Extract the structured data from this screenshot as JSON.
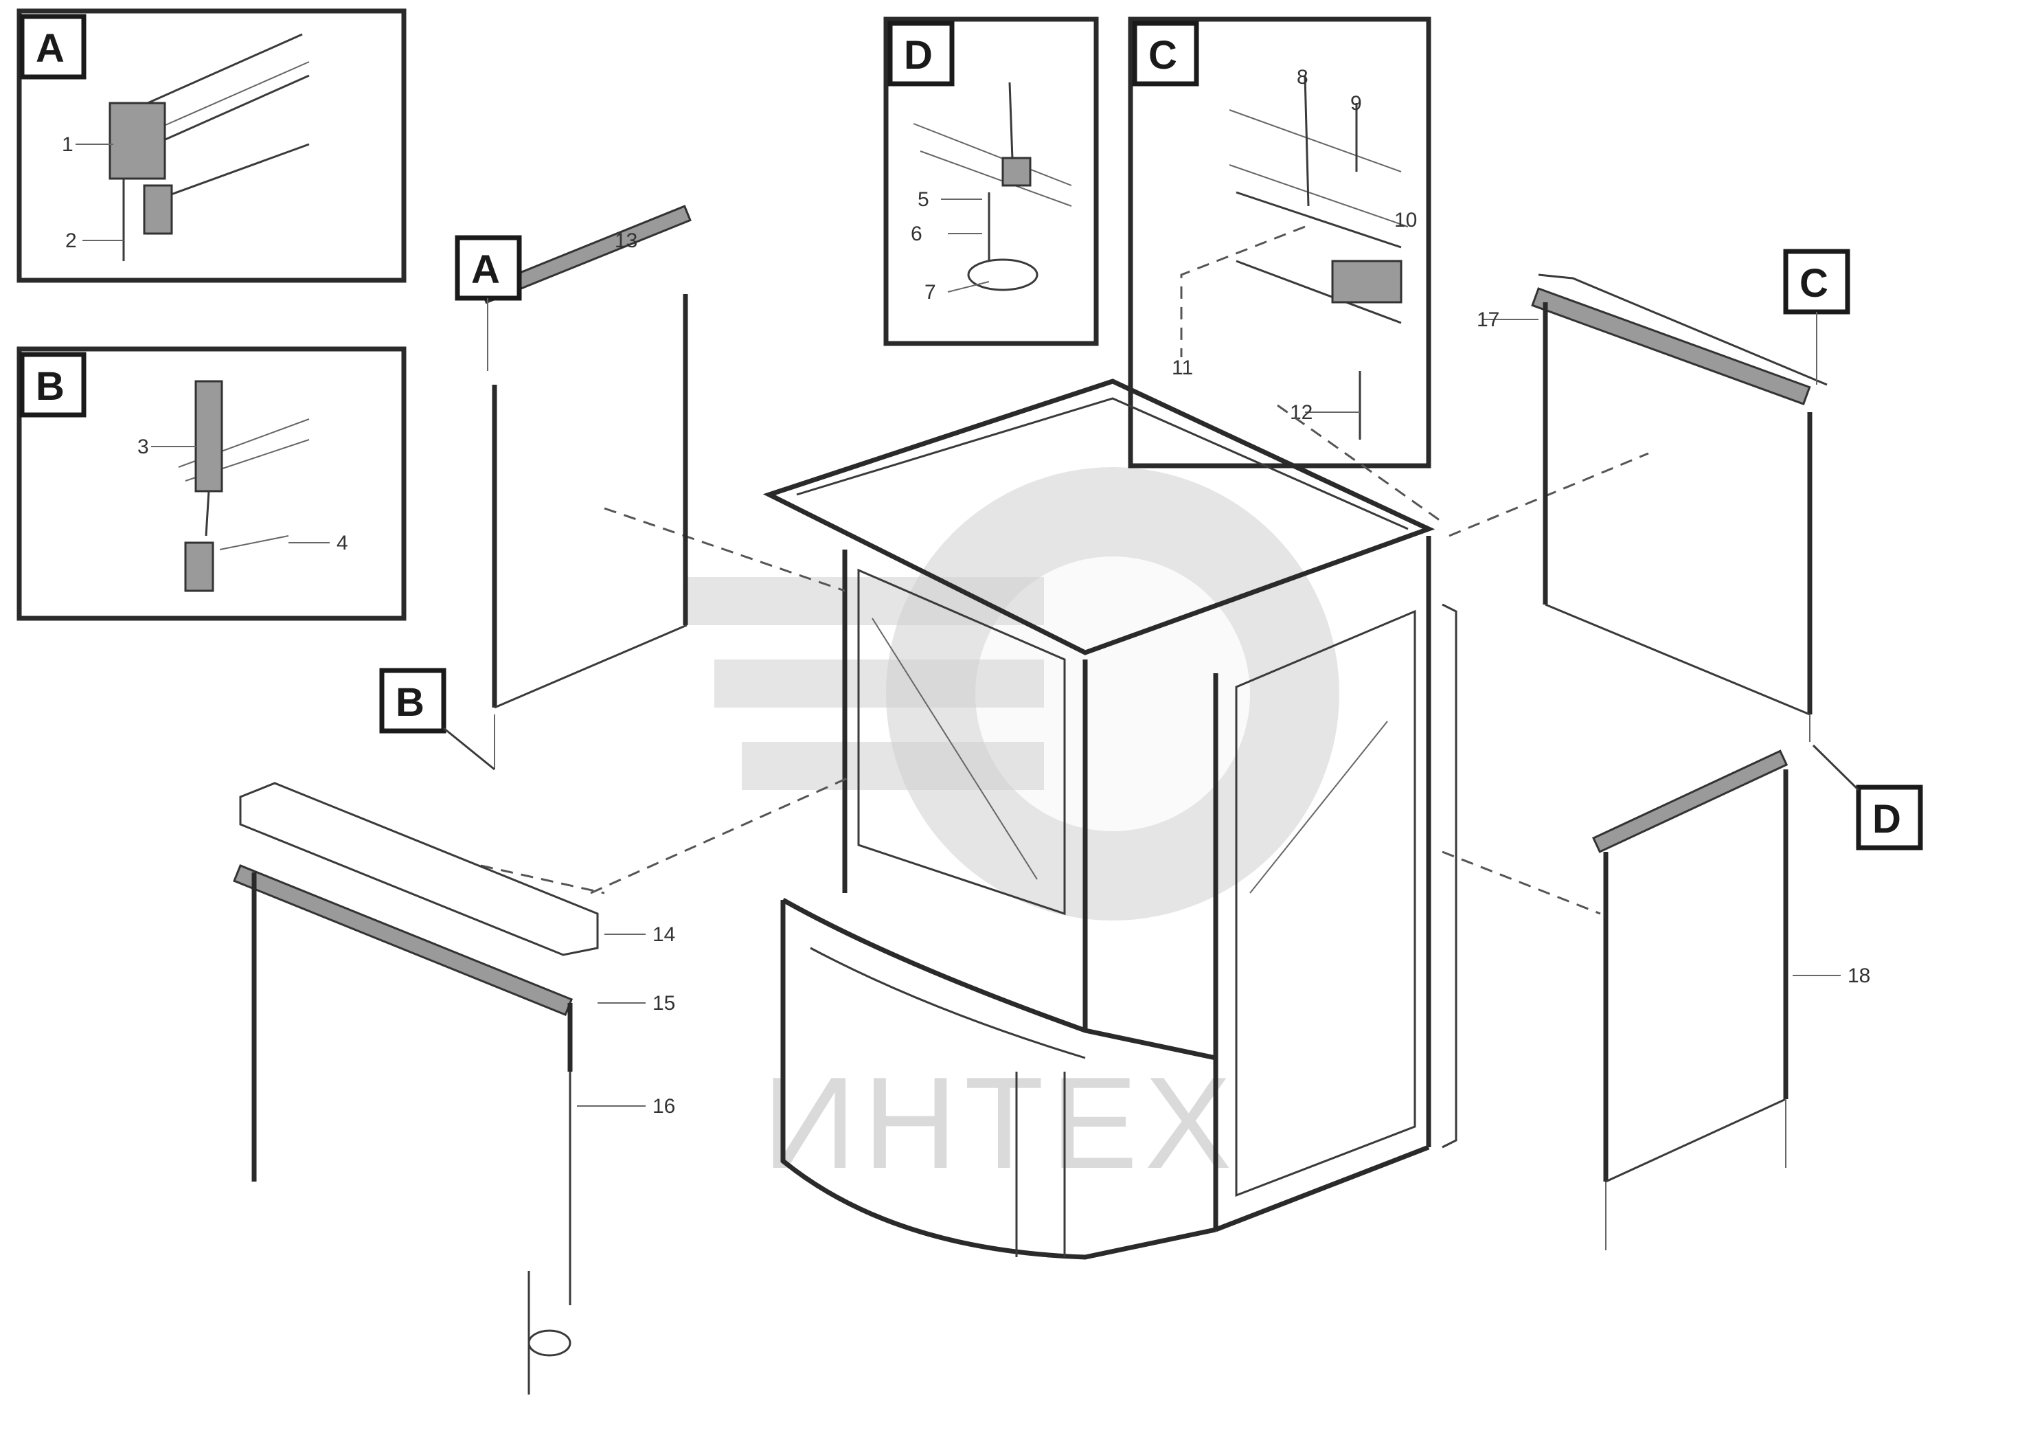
{
  "figure": {
    "inset_labels": [
      "A",
      "B",
      "D",
      "C"
    ],
    "callout_labels": [
      "A",
      "B",
      "C",
      "D"
    ],
    "part_numbers": [
      "1",
      "2",
      "3",
      "4",
      "5",
      "6",
      "7",
      "8",
      "9",
      "10",
      "11",
      "12",
      "13",
      "14",
      "15",
      "16",
      "17",
      "18"
    ],
    "watermark_text": "ИНТЕХ",
    "footer_lines": [
      "",
      "",
      ""
    ]
  }
}
